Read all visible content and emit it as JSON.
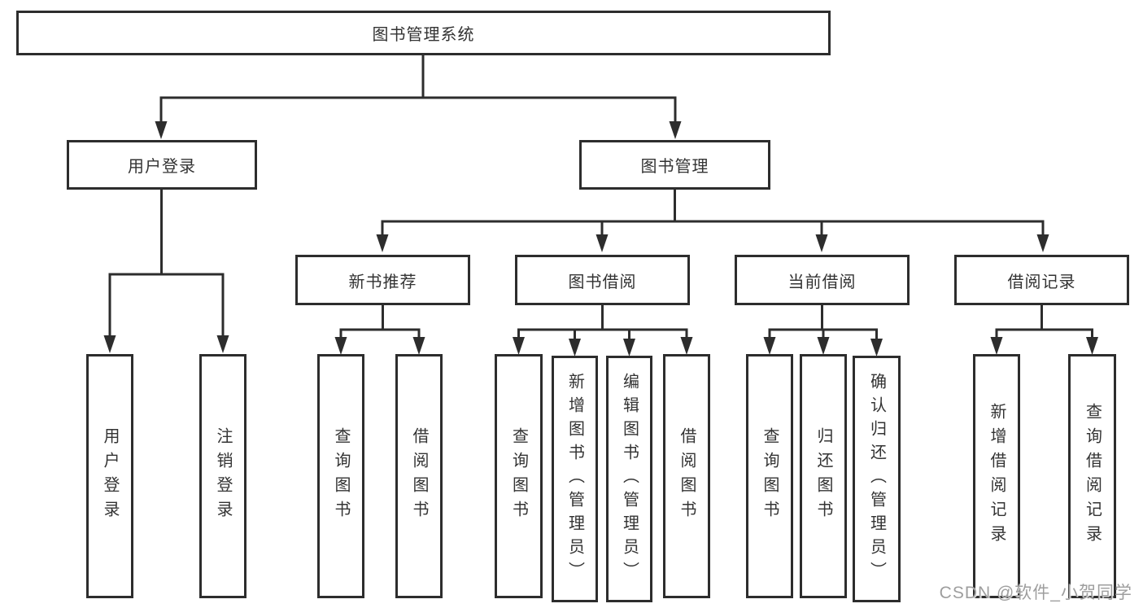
{
  "tree": {
    "root": {
      "label": "图书管理系统"
    },
    "level2": [
      {
        "label": "用户登录",
        "children": [
          {
            "label": "用户登录"
          },
          {
            "label": "注销登录"
          }
        ]
      },
      {
        "label": "图书管理",
        "children": [
          {
            "label": "新书推荐",
            "children": [
              {
                "label": "查询图书"
              },
              {
                "label": "借阅图书"
              }
            ]
          },
          {
            "label": "图书借阅",
            "children": [
              {
                "label": "查询图书"
              },
              {
                "label": "新增图书（管理员）"
              },
              {
                "label": "编辑图书（管理员）"
              },
              {
                "label": "借阅图书"
              }
            ]
          },
          {
            "label": "当前借阅",
            "children": [
              {
                "label": "查询图书"
              },
              {
                "label": "归还图书"
              },
              {
                "label": "确认归还（管理员）"
              }
            ]
          },
          {
            "label": "借阅记录",
            "children": [
              {
                "label": "新增借阅记录"
              },
              {
                "label": "查询借阅记录"
              }
            ]
          }
        ]
      }
    ]
  },
  "watermark": {
    "text": "CSDN @软件_小贺同学"
  },
  "colors": {
    "line": "#2d2d2d",
    "text": "#333333",
    "background": "#ffffff",
    "watermark": "#9e9e9e"
  }
}
